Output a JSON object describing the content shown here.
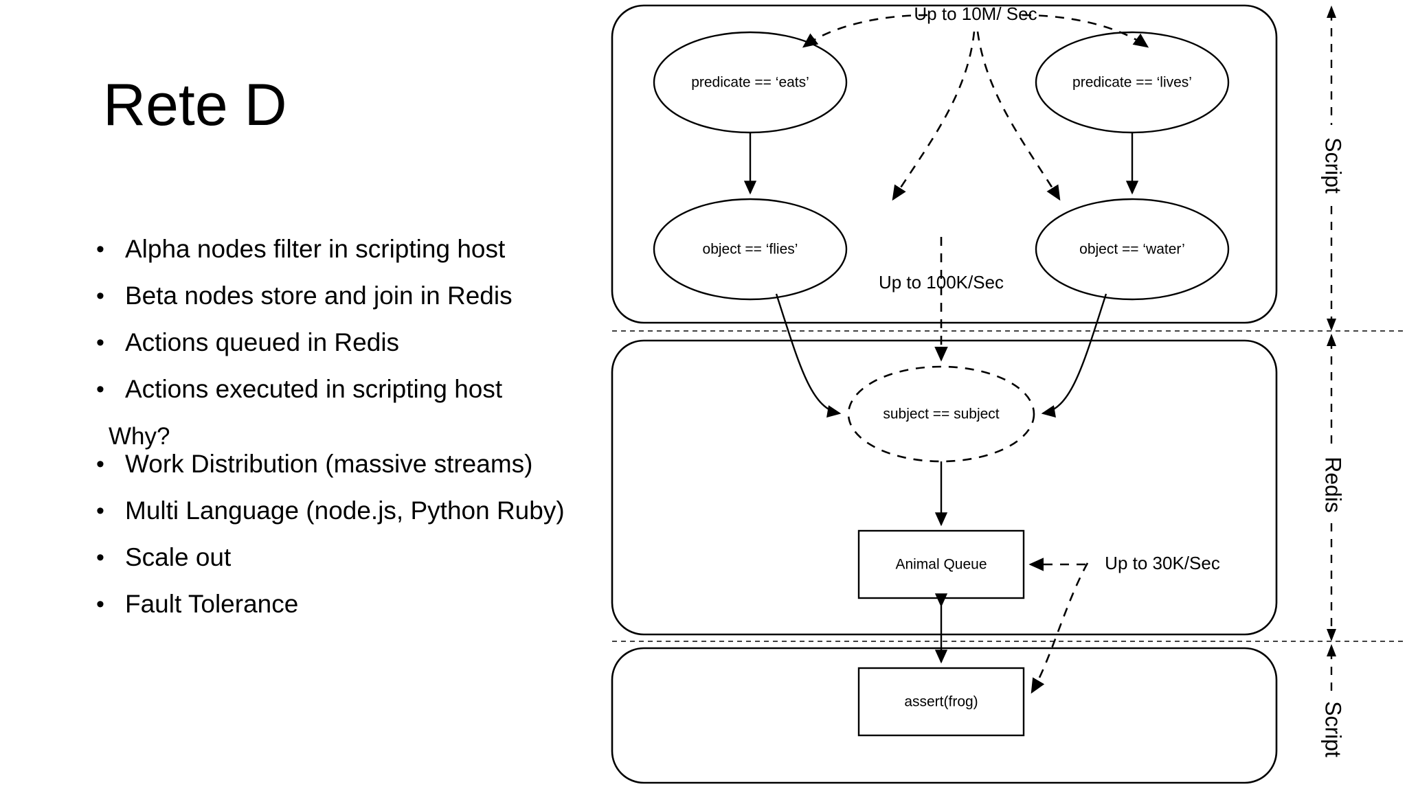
{
  "slide": {
    "title": "Rete D",
    "background_color": "#ffffff",
    "text_color": "#000000"
  },
  "bullets_primary": [
    {
      "marker": "•",
      "text": "Alpha nodes filter in scripting host"
    },
    {
      "marker": "•",
      "text": "Beta nodes store and join in Redis"
    },
    {
      "marker": "•",
      "text": "Actions queued in Redis"
    },
    {
      "marker": "•",
      "text": "Actions executed in scripting host"
    }
  ],
  "why_label": "Why?",
  "bullets_secondary": [
    {
      "marker": "•",
      "text": "Work Distribution (massive streams)"
    },
    {
      "marker": "•",
      "text": "Multi Language (node.js, Python Ruby)"
    },
    {
      "marker": "•",
      "text": "Scale out"
    },
    {
      "marker": "•",
      "text": "Fault Tolerance"
    }
  ],
  "diagram": {
    "bands": [
      {
        "id": "band-script-top",
        "label": "Script"
      },
      {
        "id": "band-redis",
        "label": "Redis"
      },
      {
        "id": "band-script-bottom",
        "label": "Script"
      }
    ],
    "alpha_nodes": [
      {
        "id": "predicate-eats",
        "label": "predicate == ‘eats’"
      },
      {
        "id": "predicate-lives",
        "label": "predicate == ‘lives’"
      },
      {
        "id": "object-flies",
        "label": "object == ‘flies’"
      },
      {
        "id": "object-water",
        "label": "object == ‘water’"
      }
    ],
    "beta_node": {
      "id": "subject-join",
      "label": "subject ==  subject"
    },
    "queue_box": {
      "id": "animal-queue",
      "label": "Animal Queue"
    },
    "action_box": {
      "id": "assert-frog",
      "label": "assert(frog)"
    },
    "rate_labels": [
      {
        "id": "rate-top",
        "label": "Up to 10M/ Sec"
      },
      {
        "id": "rate-mid",
        "label": "Up to 100K/Sec"
      },
      {
        "id": "rate-bottom",
        "label": "Up to 30K/Sec"
      }
    ]
  }
}
